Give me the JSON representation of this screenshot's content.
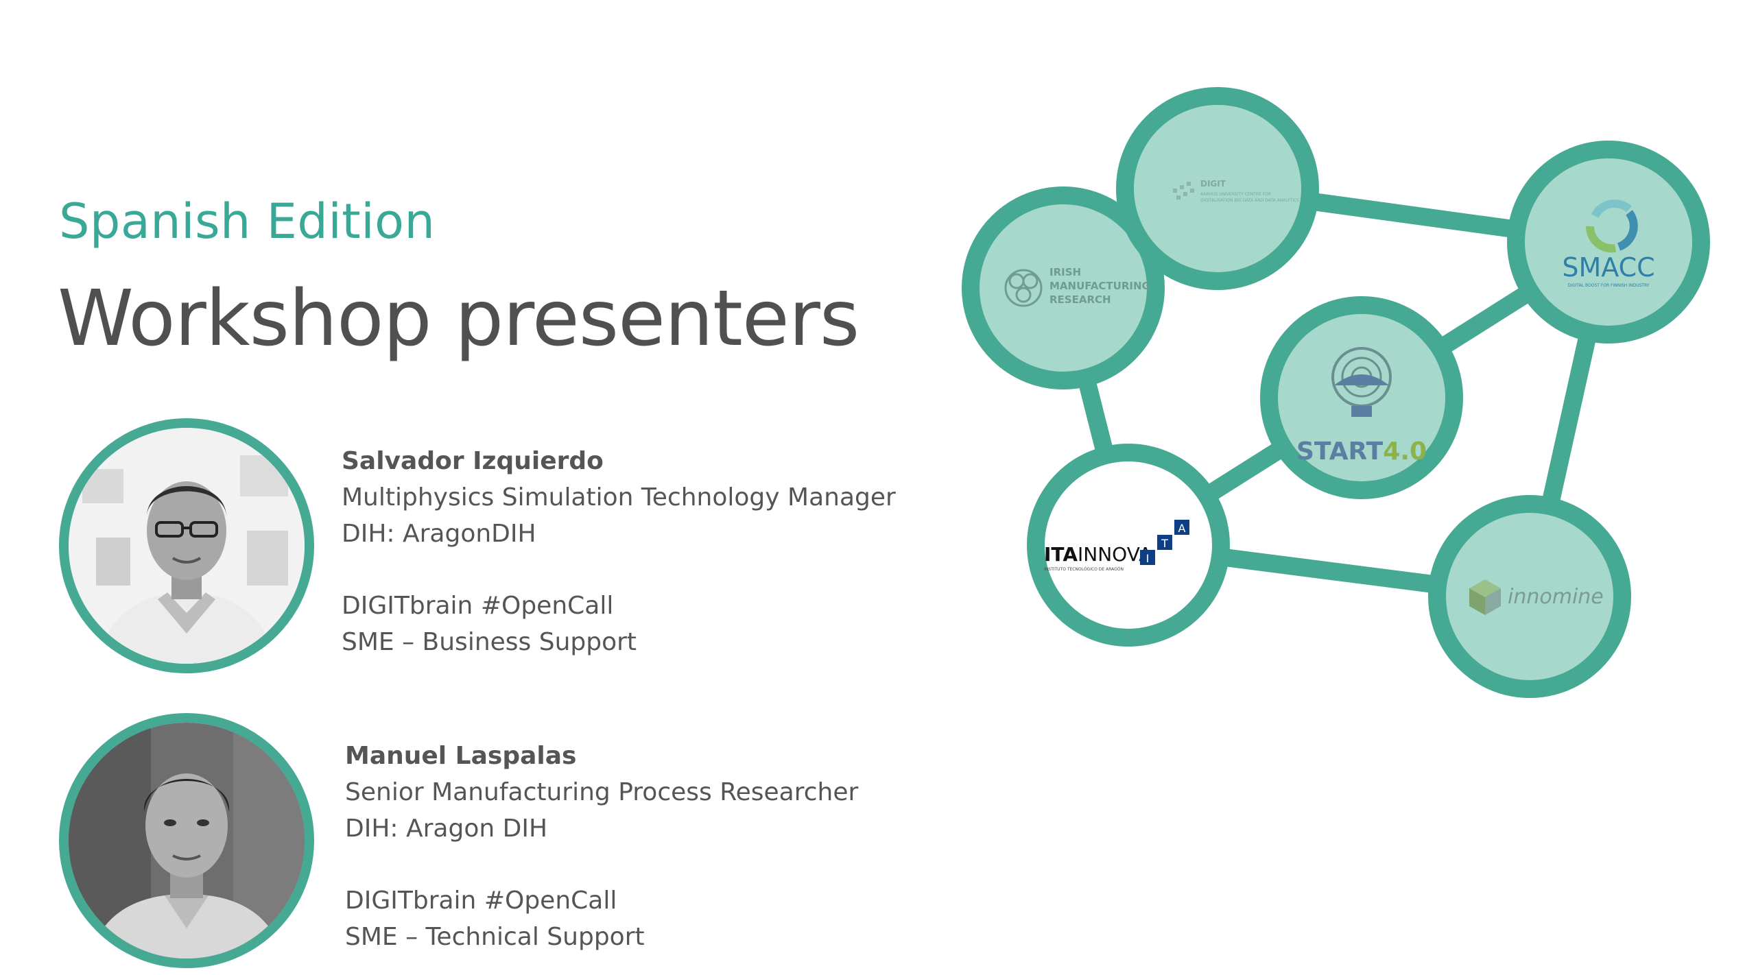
{
  "slide": {
    "subtitle": "Spanish Edition",
    "title": "Workshop presenters"
  },
  "presenters": [
    {
      "name": "Salvador Izquierdo",
      "role": "Multiphysics Simulation Technology Manager",
      "dih": "DIH: AragonDIH",
      "program": "DIGITbrain #OpenCall",
      "support": "SME – Business Support"
    },
    {
      "name": "Manuel Laspalas",
      "role": "Senior Manufacturing Process Researcher",
      "dih": "DIH: Aragon DIH",
      "program": "DIGITbrain #OpenCall",
      "support": "SME – Technical Support"
    }
  ],
  "network": {
    "accent_color": "#46a993",
    "node_fill": "#a6d8cb",
    "nodes": {
      "irish": {
        "line1": "IRISH",
        "line2": "MANUFACTURING",
        "line3": "RESEARCH"
      },
      "digit": {
        "name": "DIGIT",
        "tagline1": "AARHUS UNIVERSITY CENTRE FOR",
        "tagline2": "DIGITALISATION BIG DATA AND DATA ANALYTICS"
      },
      "smacc": {
        "name": "SMACC",
        "tagline": "DIGITAL BOOST FOR FINNISH INDUSTRY"
      },
      "start": {
        "name_a": "START",
        "name_b": "4.0"
      },
      "ita": {
        "name_a": "ITA",
        "name_b": "INNOVA",
        "tagline": "INSTITUTO TECNOLÓGICO DE ARAGÓN",
        "letters": [
          "I",
          "T",
          "A"
        ]
      },
      "innomine": {
        "name": "innomine"
      }
    }
  }
}
